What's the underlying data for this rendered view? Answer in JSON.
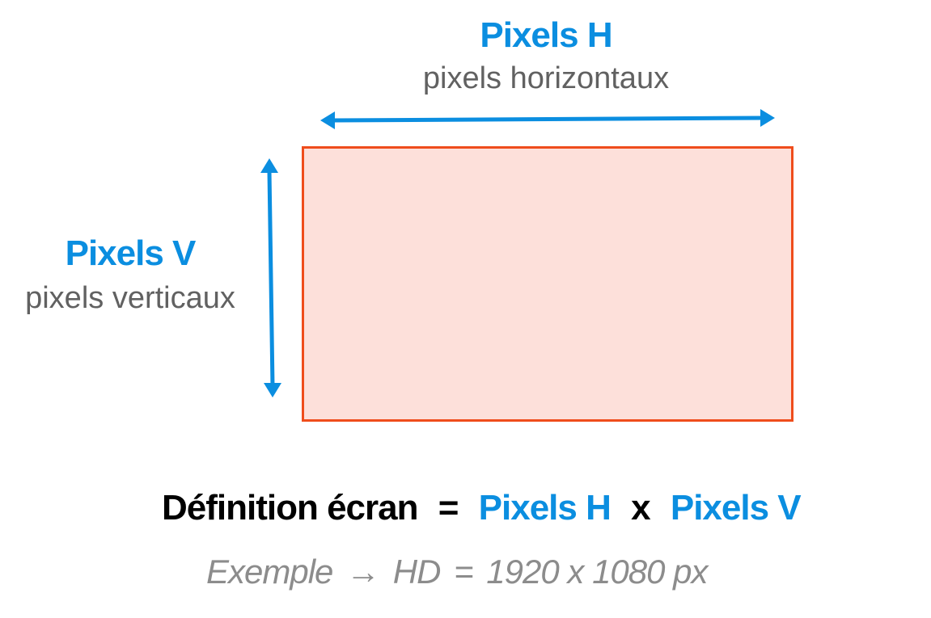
{
  "horizontal": {
    "title": "Pixels H",
    "subtitle": "pixels horizontaux"
  },
  "vertical": {
    "title": "Pixels V",
    "subtitle": "pixels verticaux"
  },
  "formula": {
    "left": "Définition écran",
    "equals": "=",
    "term1": "Pixels H",
    "times": "x",
    "term2": "Pixels V"
  },
  "example": {
    "label": "Exemple",
    "arrow": "→",
    "name": "HD",
    "equals": "=",
    "value": "1920 x 1080 px"
  },
  "colors": {
    "accent_blue": "#0b8ee0",
    "screen_fill": "#fde0da",
    "screen_border": "#ef4d1c",
    "subtitle_gray": "#616161",
    "example_gray": "#8c8c8c"
  }
}
